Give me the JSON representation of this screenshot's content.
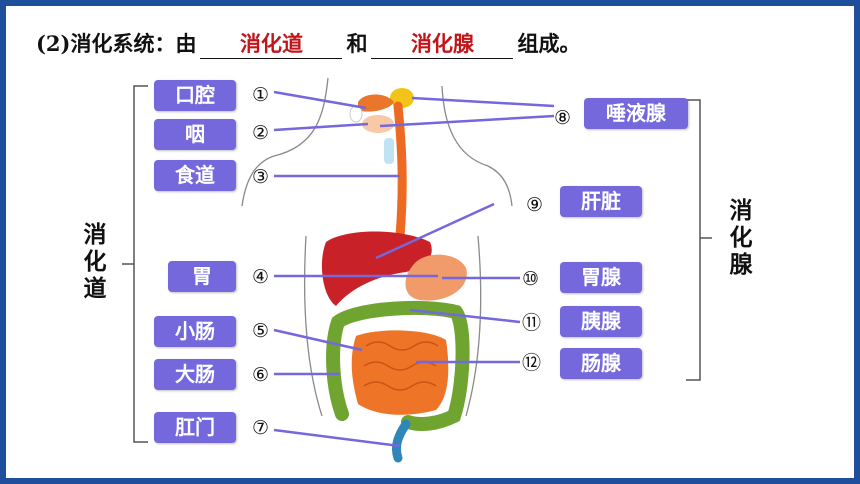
{
  "title": {
    "prefix": "(2)消化系统：由",
    "answer1": "消化道",
    "connector": "和",
    "answer2": "消化腺",
    "suffix": "组成。"
  },
  "left_group_label": "消化道",
  "right_group_label": "消化腺",
  "organs_left": [
    "口腔",
    "咽",
    "食道",
    "胃",
    "小肠",
    "大肠",
    "肛门"
  ],
  "organs_right": [
    "唾液腺",
    "肝脏",
    "胃腺",
    "胰腺",
    "肠腺"
  ],
  "numbers": {
    "n1": "①",
    "n2": "②",
    "n3": "③",
    "n4": "④",
    "n5": "⑤",
    "n6": "⑥",
    "n7": "⑦",
    "n8": "⑧",
    "n9": "⑨",
    "n10": "⑩",
    "n11": "⑪",
    "n12": "⑫"
  },
  "colors": {
    "frame": "#1e4e9c",
    "tag": "#7468dc",
    "answer": "#c0161b",
    "leader": "#7468dc"
  }
}
